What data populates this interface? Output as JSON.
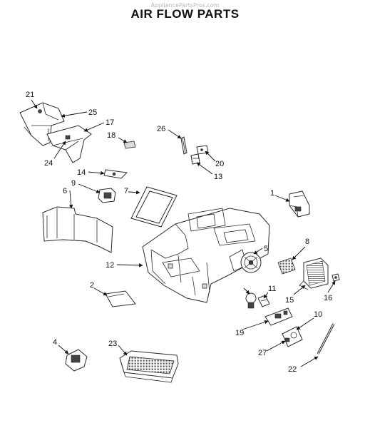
{
  "watermark": "AppliancePartsPros.com",
  "title": "AIR FLOW PARTS",
  "callouts": {
    "c1": "1",
    "c2": "2",
    "c4": "4",
    "c5": "5",
    "c6": "6",
    "c7": "7",
    "c8": "8",
    "c9": "9",
    "c10": "10",
    "c11": "11",
    "c12": "12",
    "c13": "13",
    "c14": "14",
    "c15": "15",
    "c16": "16",
    "c17": "17",
    "c18": "18",
    "c19": "19",
    "c20": "20",
    "c21": "21",
    "c22": "22",
    "c23": "23",
    "c24": "24",
    "c25": "25",
    "c26": "26",
    "c27": "27"
  }
}
